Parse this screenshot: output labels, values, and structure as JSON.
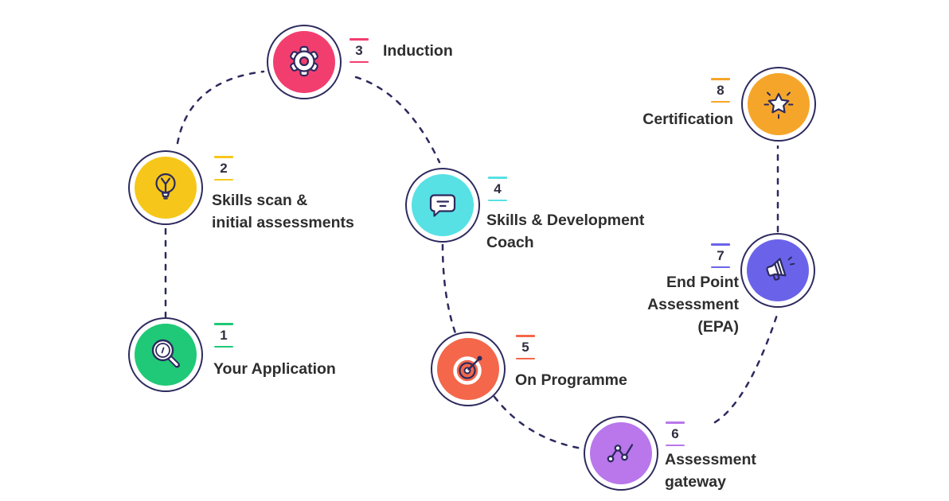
{
  "diagram": {
    "name": "apprenticeship-journey-steps",
    "background_color": "#ffffff",
    "outline_color": "#2d2a5e",
    "text_color": "#2e2e2e",
    "steps": [
      {
        "number": "1",
        "label": "Your Application",
        "icon": "magnifier-icon",
        "color": "#1fc977"
      },
      {
        "number": "2",
        "label": "Skills scan &\ninitial assessments",
        "icon": "lightbulb-icon",
        "color": "#f6c71a"
      },
      {
        "number": "3",
        "label": "Induction",
        "icon": "gear-icon",
        "color": "#f23e6f"
      },
      {
        "number": "4",
        "label": "Skills & Development\nCoach",
        "icon": "speech-bubble-icon",
        "color": "#57e1e4"
      },
      {
        "number": "5",
        "label": "On Programme",
        "icon": "target-icon",
        "color": "#f4674a"
      },
      {
        "number": "6",
        "label": "Assessment\ngateway",
        "icon": "line-chart-icon",
        "color": "#b977eb"
      },
      {
        "number": "7",
        "label": "End Point\nAssessment\n(EPA)",
        "icon": "megaphone-icon",
        "color": "#6a63e9"
      },
      {
        "number": "8",
        "label": "Certification",
        "icon": "star-icon",
        "color": "#f5a62a"
      }
    ]
  }
}
